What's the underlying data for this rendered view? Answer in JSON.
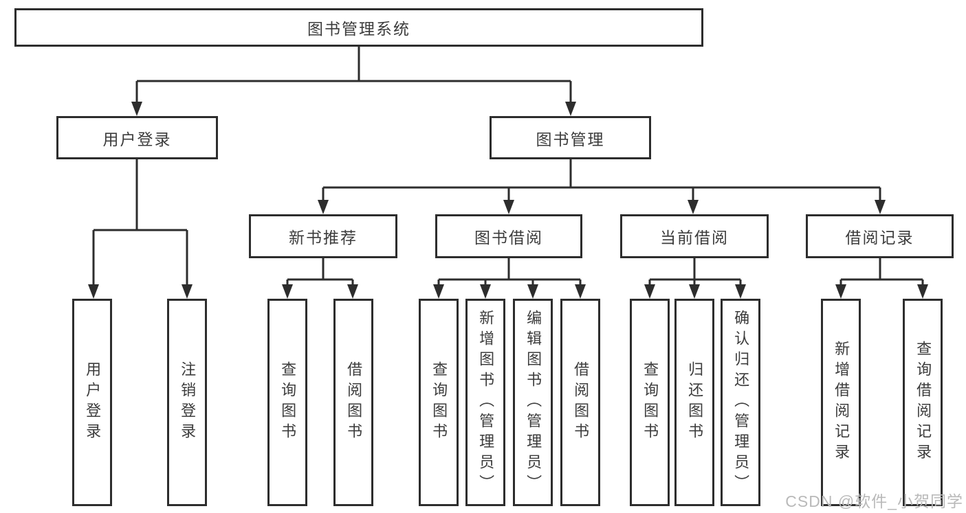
{
  "colors": {
    "line": "#2d2d2d",
    "text": "#3c3c3c",
    "watermark": "#b9b9b9",
    "background": "#ffffff"
  },
  "watermark": "CSDN @软件_小贺同学",
  "tree": {
    "root": "图书管理系统",
    "branches": [
      {
        "label": "用户登录",
        "children": [
          "用户登录",
          "注销登录"
        ]
      },
      {
        "label": "图书管理",
        "groups": [
          {
            "label": "新书推荐",
            "children": [
              "查询图书",
              "借阅图书"
            ]
          },
          {
            "label": "图书借阅",
            "children": [
              "查询图书",
              "新增图书（管理员）",
              "编辑图书（管理员）",
              "借阅图书"
            ]
          },
          {
            "label": "当前借阅",
            "children": [
              "查询图书",
              "归还图书",
              "确认归还（管理员）"
            ]
          },
          {
            "label": "借阅记录",
            "children": [
              "新增借阅记录",
              "查询借阅记录"
            ]
          }
        ]
      }
    ]
  }
}
